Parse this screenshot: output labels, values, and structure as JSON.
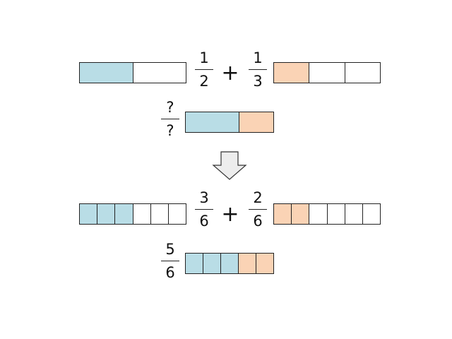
{
  "colors": {
    "blue": "#b9dde6",
    "orange": "#fad3b5",
    "empty": "#ffffff",
    "border": "#222222"
  },
  "before": {
    "fraction_a": {
      "numerator": "1",
      "denominator": "2",
      "filled": 1
    },
    "operator": "+",
    "fraction_b": {
      "numerator": "1",
      "denominator": "3",
      "filled": 1
    },
    "sum": {
      "numerator": "?",
      "denominator": "?"
    }
  },
  "arrow": {
    "icon": "down-arrow-icon",
    "direction": "down"
  },
  "after": {
    "fraction_a": {
      "numerator": "3",
      "denominator": "6",
      "filled": 3
    },
    "operator": "+",
    "fraction_b": {
      "numerator": "2",
      "denominator": "6",
      "filled": 2
    },
    "sum": {
      "numerator": "5",
      "denominator": "6"
    }
  }
}
